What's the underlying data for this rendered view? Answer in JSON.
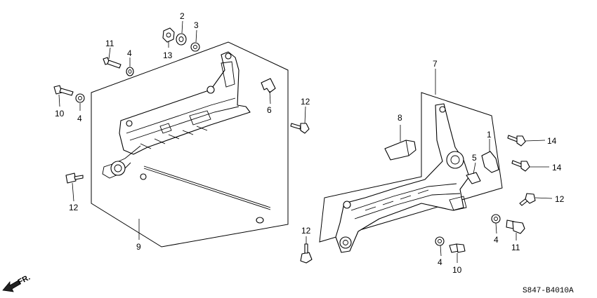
{
  "diagram": {
    "catalog_code": "S847-B4010A",
    "direction_label": "FR.",
    "callouts": [
      {
        "id": "c2",
        "label": "2"
      },
      {
        "id": "c3",
        "label": "3"
      },
      {
        "id": "c13",
        "label": "13"
      },
      {
        "id": "c11a",
        "label": "11"
      },
      {
        "id": "c4a",
        "label": "4"
      },
      {
        "id": "c10a",
        "label": "10"
      },
      {
        "id": "c4b",
        "label": "4"
      },
      {
        "id": "c6",
        "label": "6"
      },
      {
        "id": "c12a",
        "label": "12"
      },
      {
        "id": "c12b",
        "label": "12"
      },
      {
        "id": "c9",
        "label": "9"
      },
      {
        "id": "c7",
        "label": "7"
      },
      {
        "id": "c8",
        "label": "8"
      },
      {
        "id": "c1",
        "label": "1"
      },
      {
        "id": "c5",
        "label": "5"
      },
      {
        "id": "c14a",
        "label": "14"
      },
      {
        "id": "c14b",
        "label": "14"
      },
      {
        "id": "c12c",
        "label": "12"
      },
      {
        "id": "c12d",
        "label": "12"
      },
      {
        "id": "c4c",
        "label": "4"
      },
      {
        "id": "c11b",
        "label": "11"
      },
      {
        "id": "c4d",
        "label": "4"
      },
      {
        "id": "c10b",
        "label": "10"
      }
    ]
  }
}
